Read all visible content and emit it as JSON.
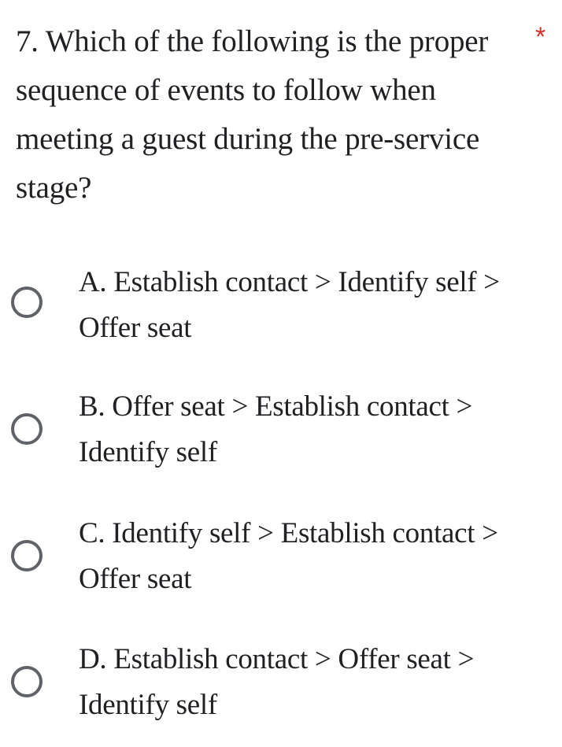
{
  "question": {
    "number": "7.",
    "text": "7. Which of the following is the proper sequence of events to follow when meeting a guest during the pre-service stage?",
    "lines": [
      "7. Which of the following is the proper",
      "sequence of events to follow when",
      "meeting a guest during the pre-service",
      "stage?"
    ],
    "required_marker": "*",
    "required_color": "#d93025"
  },
  "options": [
    {
      "letter": "A",
      "lines": [
        "A. Establish contact > Identify self >",
        "Offer seat"
      ],
      "selected": false
    },
    {
      "letter": "B",
      "lines": [
        "B. Offer seat > Establish contact >",
        "Identify self"
      ],
      "selected": false
    },
    {
      "letter": "C",
      "lines": [
        "C. Identify self > Establish contact >",
        "Offer seat"
      ],
      "selected": false
    },
    {
      "letter": "D",
      "lines": [
        "D. Establish contact > Offer seat >",
        "Identify self"
      ],
      "selected": false
    }
  ],
  "colors": {
    "text": "#202124",
    "radio_border": "#5f6368",
    "background": "#ffffff"
  }
}
